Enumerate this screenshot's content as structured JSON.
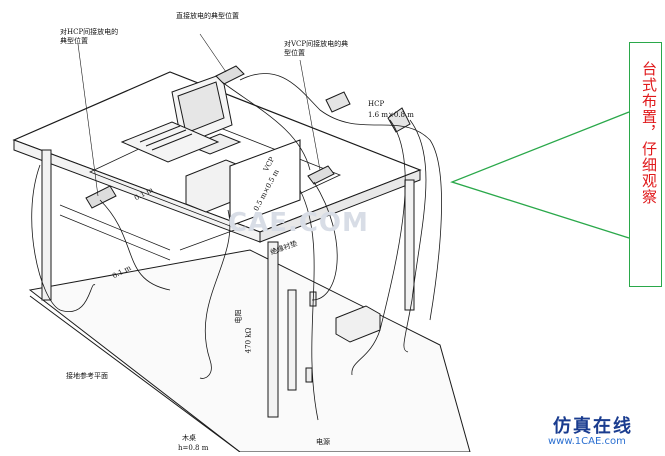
{
  "diagram": {
    "labels": {
      "direct_discharge": "直接放电的典型位置",
      "hcp_indirect": "对HCP间接放电的典型位置",
      "vcp_indirect": "对VCP间接放电的典型位置",
      "hcp": "HCP",
      "hcp_size": "1.6 m×0.8 m",
      "vcp": "VCP",
      "vcp_size": "0.5 m×0.5 m",
      "dist_1": "0.1 m",
      "dist_2": "0.1 m",
      "insulation_pad": "绝缘衬垫",
      "resistor": "电阻",
      "resistor_value": "470 kΩ",
      "ground_plane": "接地参考平面",
      "wood_table": "木桌",
      "table_height": "h=0.8 m",
      "power_supply": "电源"
    }
  },
  "callout": {
    "text": "台式布置，仔细观察"
  },
  "watermark": {
    "center": "CAE.COM",
    "brand": "仿真在线",
    "site": "www.1CAE.com"
  },
  "colors": {
    "line": "#1a1a1a",
    "callout_border": "#2aa84a",
    "callout_text": "#e0191b"
  }
}
